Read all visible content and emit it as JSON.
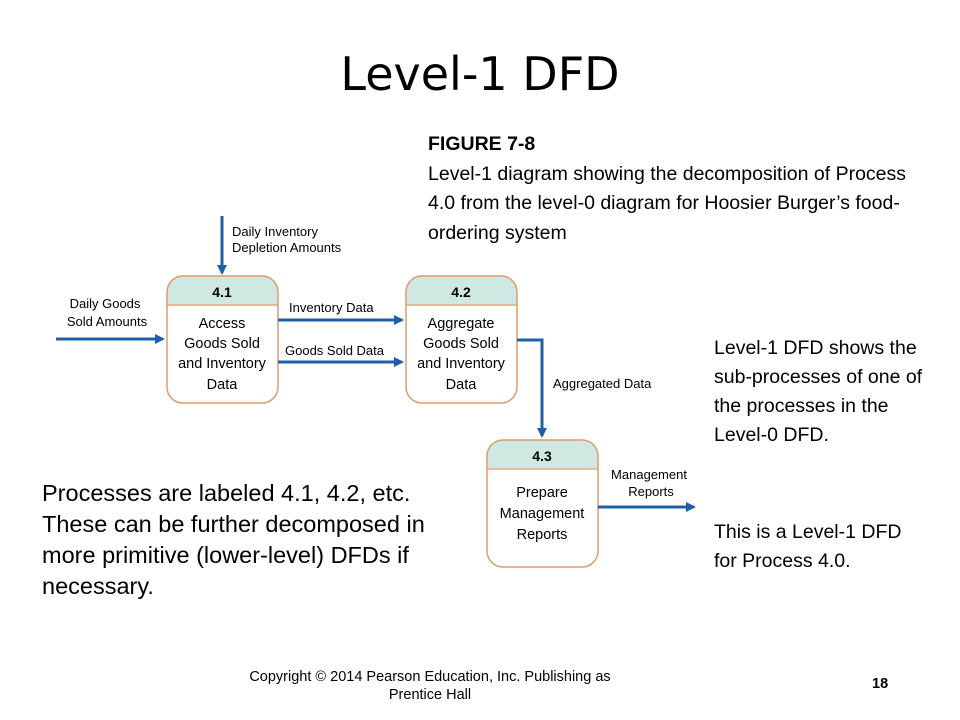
{
  "slide": {
    "title": "Level-1 DFD",
    "figure_number": "FIGURE 7-8",
    "figure_caption": "Level-1 diagram showing the decomposition of Process 4.0 from the level-0 diagram for Hoosier Burger’s food-ordering system",
    "right_note_1": "Level-1 DFD shows the sub-processes of one of the processes in the Level-0 DFD.",
    "right_note_2": "This is a Level-1 DFD for Process 4.0.",
    "left_note": "Processes are labeled 4.1, 4.2, etc. These can be further decomposed in more primitive (lower-level) DFDs if necessary.",
    "footer": "Copyright © 2014 Pearson Education, Inc. Publishing as Prentice Hall",
    "page_number": "18"
  },
  "diagram": {
    "process_41": {
      "id": "4.1",
      "label_lines": [
        "Access",
        "Goods Sold",
        "and Inventory",
        "Data"
      ]
    },
    "process_42": {
      "id": "4.2",
      "label_lines": [
        "Aggregate",
        "Goods Sold",
        "and Inventory",
        "Data"
      ]
    },
    "process_43": {
      "id": "4.3",
      "label_lines": [
        "Prepare",
        "Management",
        "Reports"
      ]
    },
    "flows": {
      "daily_inventory_line1": "Daily Inventory",
      "daily_inventory_line2": "Depletion Amounts",
      "daily_goods_line1": "Daily Goods",
      "daily_goods_line2": "Sold Amounts",
      "inventory_data": "Inventory Data",
      "goods_sold_data": "Goods Sold Data",
      "aggregated_data": "Aggregated Data",
      "management_reports_line1": "Management",
      "management_reports_line2": "Reports"
    },
    "colors": {
      "header_fill": "#cfe8e2",
      "border": "#e39a6a",
      "arrow": "#1f5fa8"
    }
  }
}
